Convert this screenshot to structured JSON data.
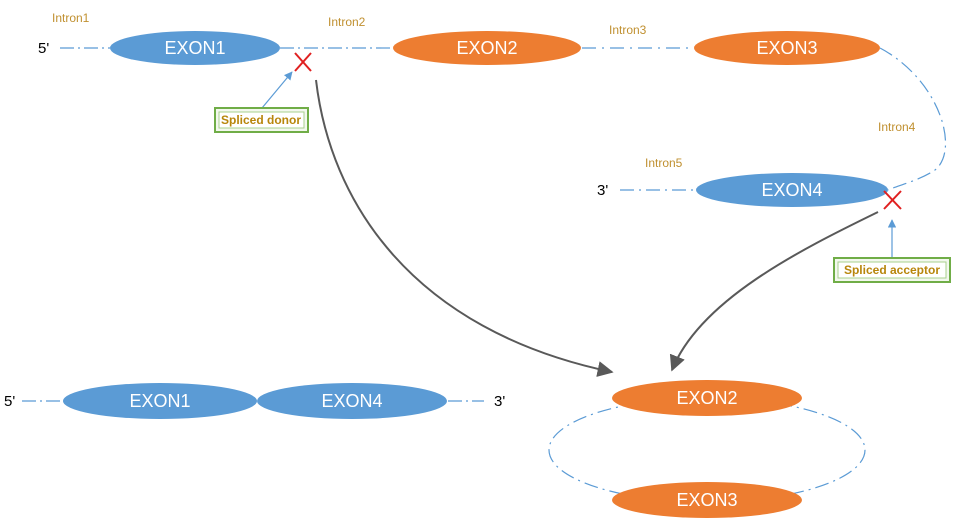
{
  "colors": {
    "exon_blue": "#5B9BD5",
    "exon_orange": "#ED7D31",
    "intron_line": "#5B9BD5",
    "intron_label": "#C09030",
    "splice_mark": "#E02020",
    "arrow_gray": "#595959",
    "callout_border": "#70AD47",
    "callout_text": "#B8860B",
    "callout_arrow": "#5B9BD5"
  },
  "pre_mrna": {
    "five_prime": "5'",
    "three_prime": "3'",
    "exons": [
      "EXON1",
      "EXON2",
      "EXON3",
      "EXON4"
    ],
    "introns": [
      "Intron1",
      "Intron2",
      "Intron3",
      "Intron4",
      "Intron5"
    ]
  },
  "callouts": {
    "donor": "Spliced donor",
    "acceptor": "Spliced acceptor"
  },
  "spliced_product": {
    "five_prime": "5'",
    "three_prime": "3'",
    "exons": [
      "EXON1",
      "EXON4"
    ]
  },
  "circular_product": {
    "exons": [
      "EXON2",
      "EXON3"
    ]
  }
}
